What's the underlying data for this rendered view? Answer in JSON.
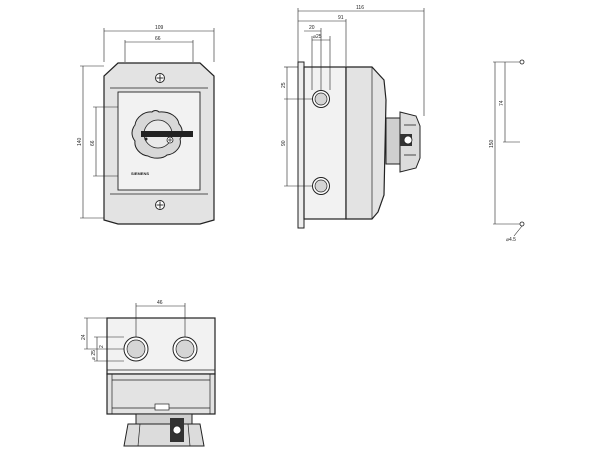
{
  "drawing": {
    "front": {
      "width_total": "109",
      "width_inner": "66",
      "height_total": "140",
      "height_inner": "66",
      "brand": "SIEMENS"
    },
    "side": {
      "depth_total": "116",
      "depth_body": "91",
      "hole_offset": "20",
      "hole_dia": "⌀25",
      "vert_1": "25",
      "vert_2": "90"
    },
    "mounting": {
      "spacing_1": "74",
      "spacing_2": "150",
      "hole": "⌀4.5"
    },
    "bottom": {
      "spacing": "46",
      "offset": "24",
      "hole_dia_a": "⌀ 25",
      "hole_dia_b": "2"
    }
  }
}
